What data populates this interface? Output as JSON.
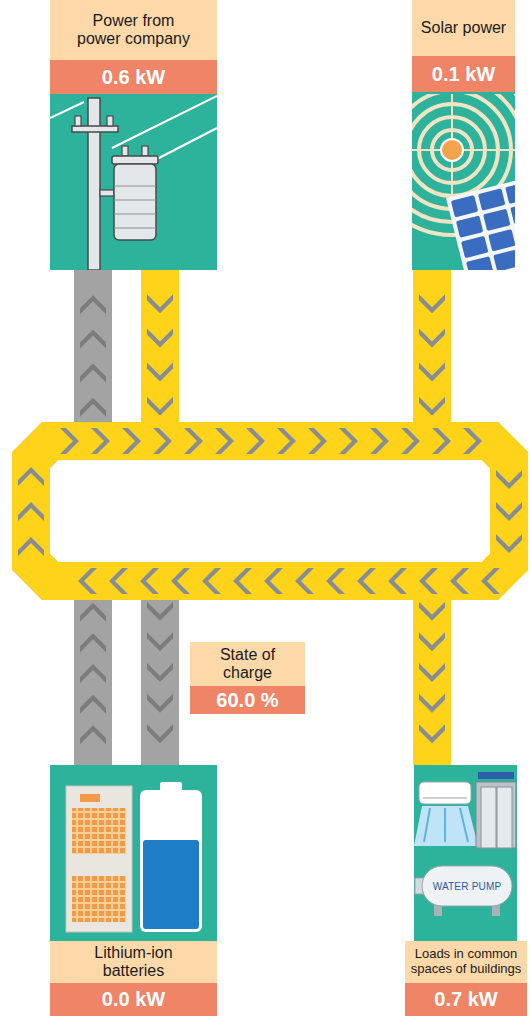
{
  "diagram": {
    "nodes": [
      {
        "text": [
          "Power from power company",
          "0.6 kW"
        ]
      },
      {
        "text": [
          "Solar power",
          "0.1 kW"
        ]
      },
      {
        "text": [
          "State of charge",
          "60.0 %"
        ]
      },
      {
        "text": [
          "Lithium-ion batteries",
          "0.0 kW"
        ]
      },
      {
        "text": [
          "Loads in common spaces of buildings",
          "0.7 kW"
        ]
      }
    ],
    "edges": [
      {
        "from": 0,
        "to": 4,
        "arrow": "to"
      },
      {
        "from": 1,
        "to": 4,
        "arrow": "to"
      },
      {
        "from": 3,
        "to": 0,
        "arrow": "to"
      },
      {
        "from": 1,
        "to": 3,
        "arrow": "to"
      }
    ],
    "labels": [
      "WATER PUMP"
    ]
  }
}
